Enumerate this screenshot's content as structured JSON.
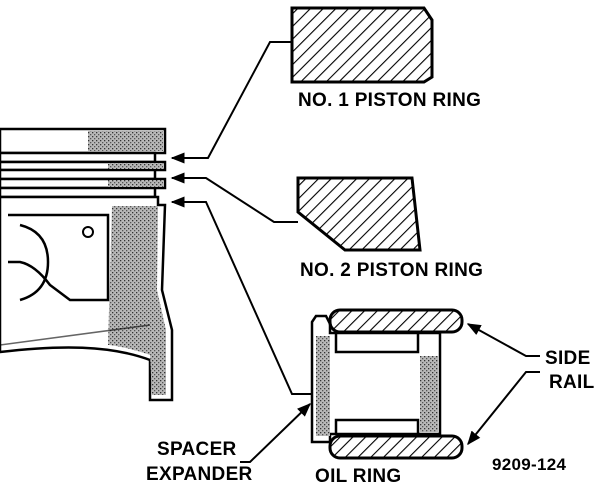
{
  "labels": {
    "ring1": "NO. 1 PISTON RING",
    "ring2": "NO. 2 PISTON RING",
    "side_rail_line1": "SIDE",
    "side_rail_line2": "RAIL",
    "spacer_line1": "SPACER",
    "spacer_line2": "EXPANDER",
    "oil_ring": "OIL RING",
    "figure_id": "9209-124"
  },
  "colors": {
    "ink": "#000000",
    "paper": "#ffffff",
    "shade": "#9a9a9a"
  }
}
